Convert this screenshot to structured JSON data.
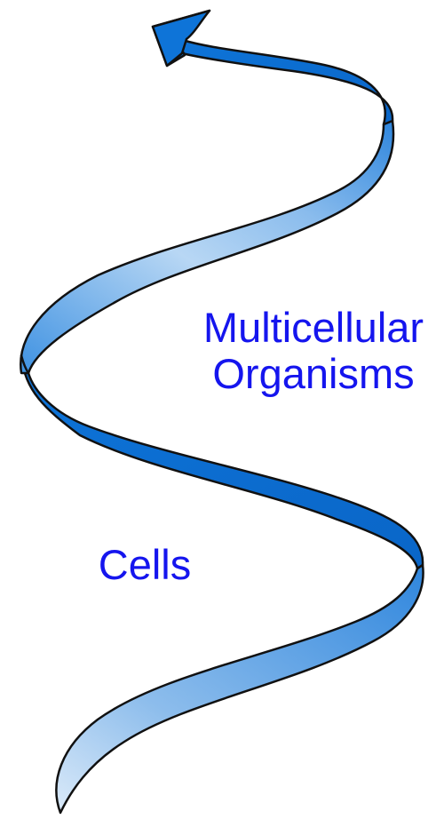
{
  "labels": {
    "multicellular_line1": "Multicellular",
    "multicellular_line2": "Organisms",
    "cells": "Cells"
  },
  "colors": {
    "label_text": "#1515ee",
    "ribbon_dark": "#0a6fd4",
    "ribbon_mid": "#3b8fe0",
    "ribbon_light": "#b9d8f5",
    "ribbon_outline": "#111111"
  }
}
